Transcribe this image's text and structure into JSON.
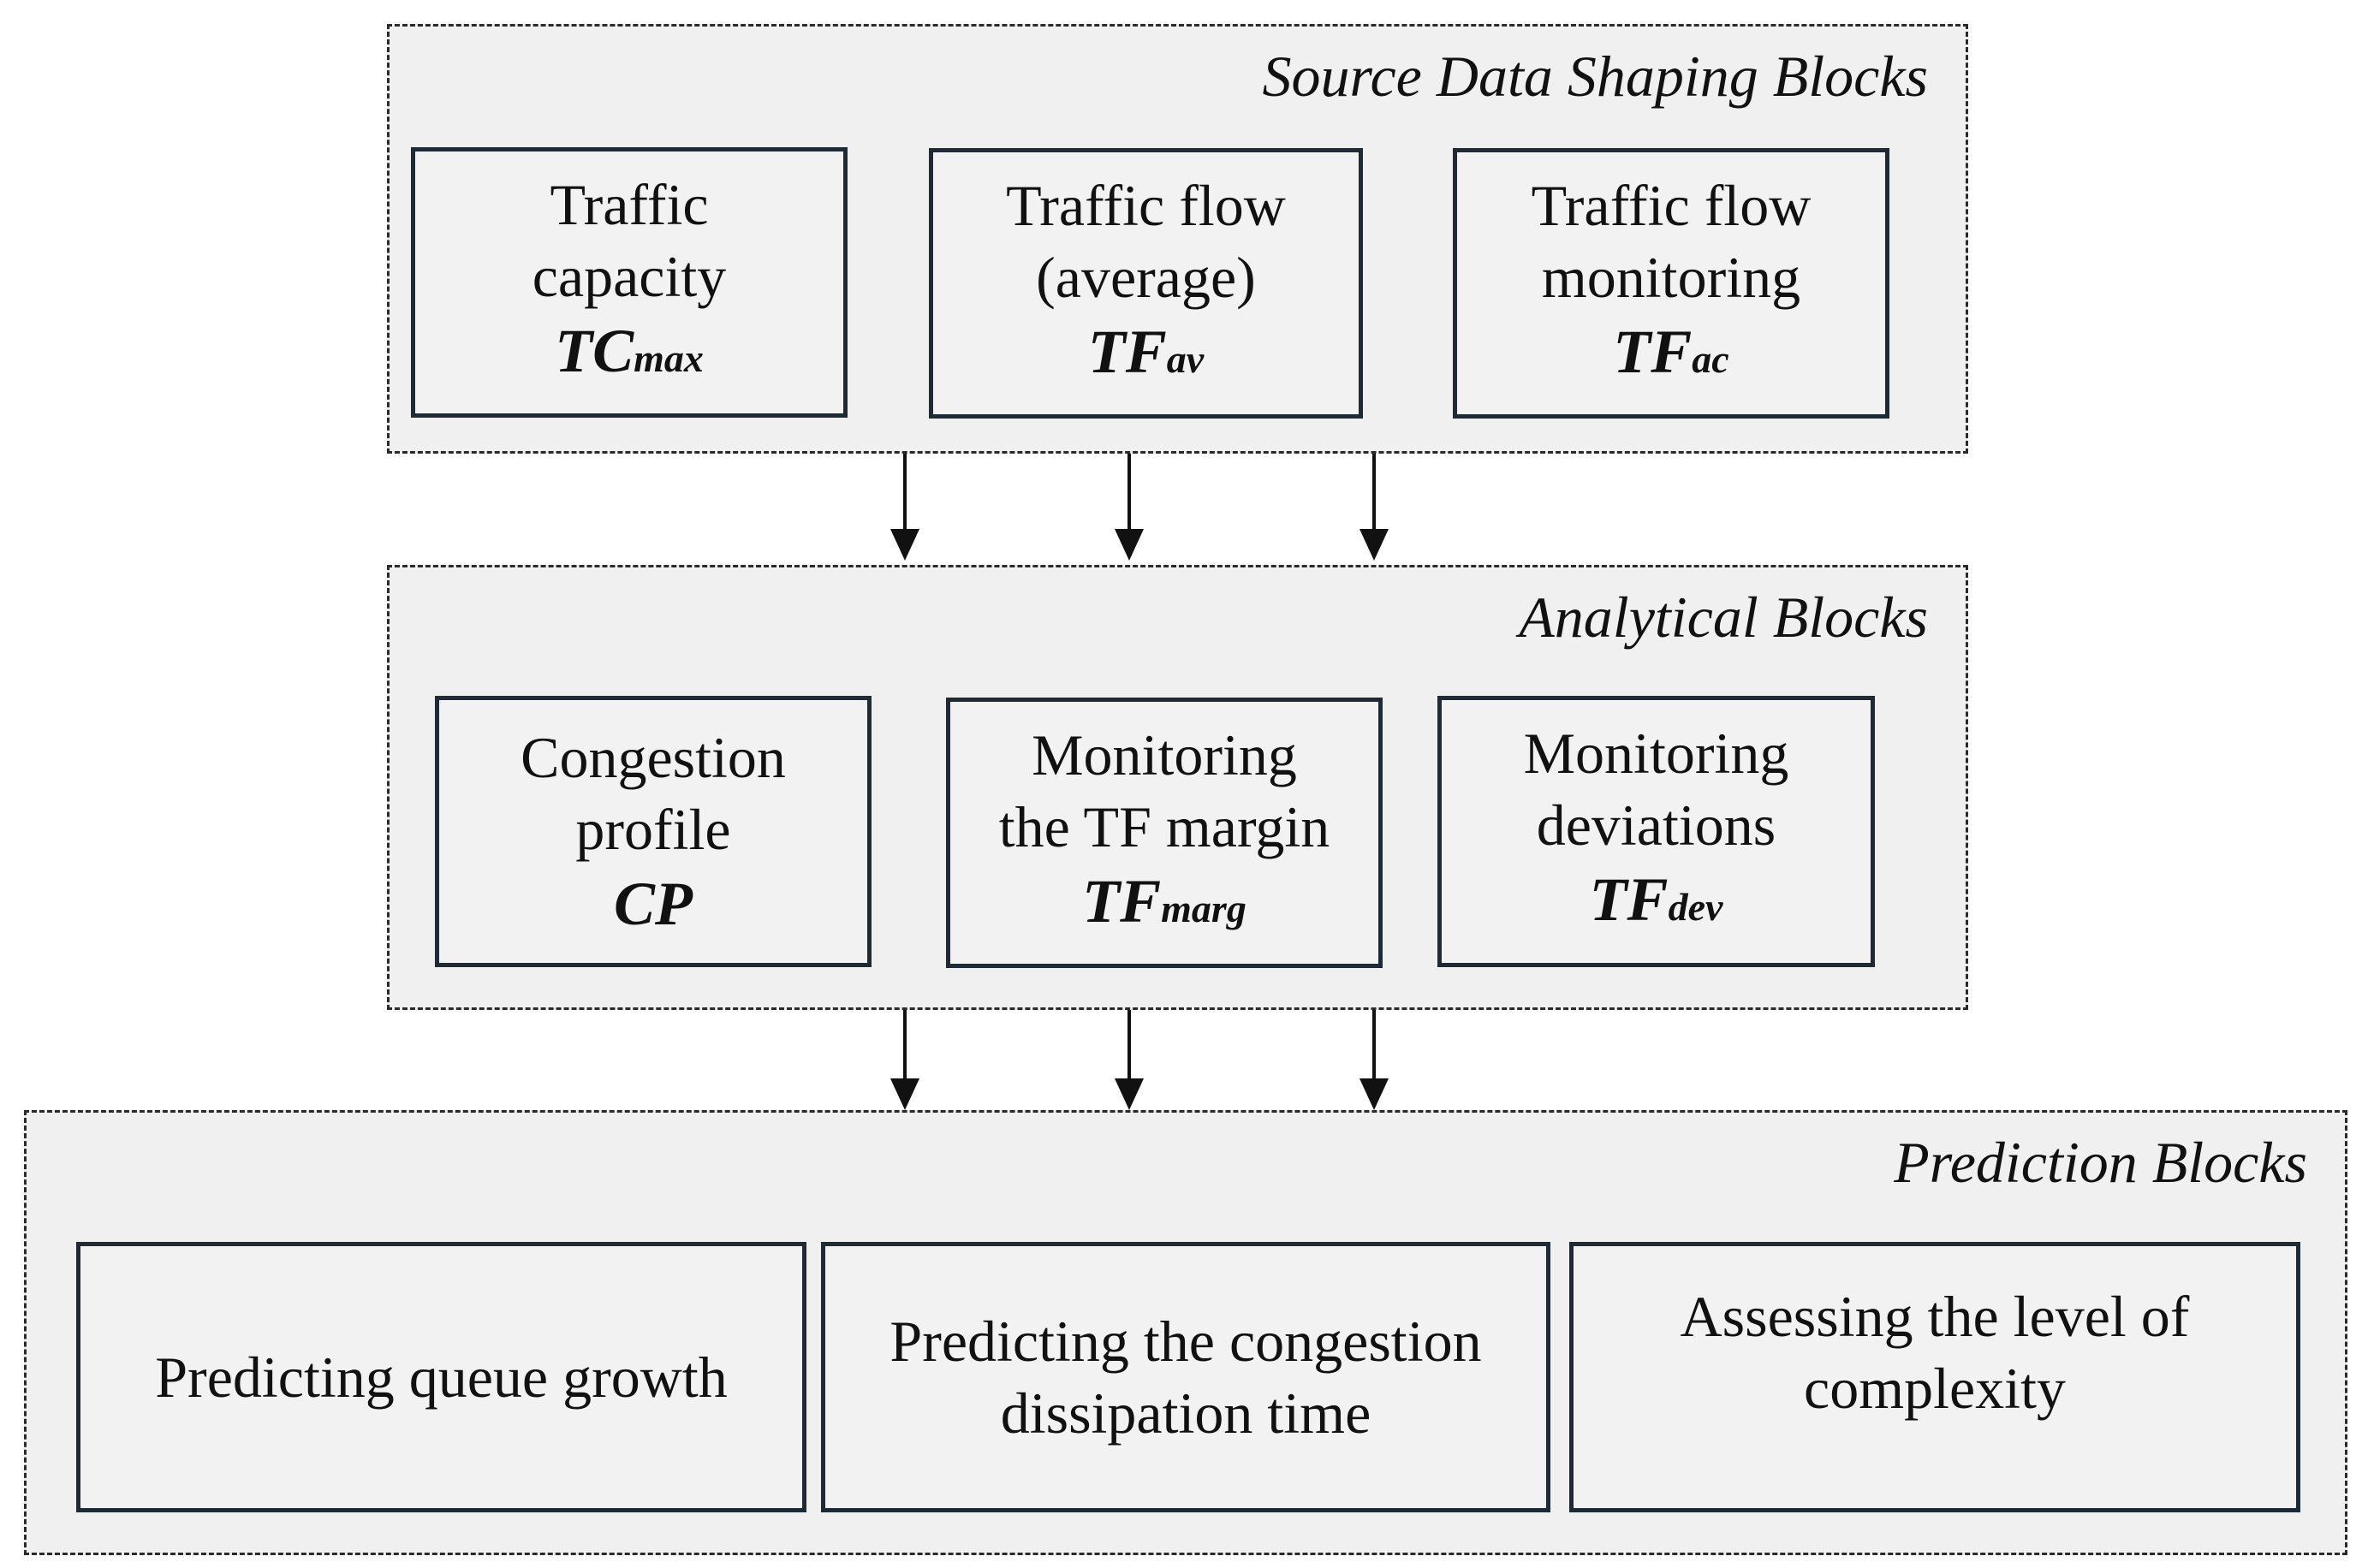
{
  "groups": {
    "source": {
      "title": "Source Data Shaping Blocks",
      "blocks": [
        {
          "lines": [
            "Traffic",
            "capacity"
          ],
          "symbol": "TC",
          "sub": "max"
        },
        {
          "lines": [
            "Traffic flow",
            "(average)"
          ],
          "symbol": "TF",
          "sub": "av"
        },
        {
          "lines": [
            "Traffic flow",
            "monitoring"
          ],
          "symbol": "TF",
          "sub": "ac"
        }
      ]
    },
    "analytical": {
      "title": "Analytical Blocks",
      "blocks": [
        {
          "lines": [
            "Congestion",
            "profile"
          ],
          "symbol": "CP",
          "sub": ""
        },
        {
          "lines": [
            "Monitoring",
            "the TF margin"
          ],
          "symbol": "TF",
          "sub": "marg"
        },
        {
          "lines": [
            "Monitoring",
            "deviations"
          ],
          "symbol": "TF",
          "sub": "dev"
        }
      ]
    },
    "prediction": {
      "title": "Prediction Blocks",
      "blocks": [
        {
          "lines": [
            "Predicting queue growth"
          ]
        },
        {
          "lines": [
            "Predicting the congestion",
            "dissipation time"
          ]
        },
        {
          "lines": [
            "Assessing the level of",
            "complexity"
          ]
        }
      ]
    }
  },
  "colors": {
    "group_fill": "#f0f0f0",
    "block_border": "#1e2a36",
    "arrow": "#111111"
  }
}
